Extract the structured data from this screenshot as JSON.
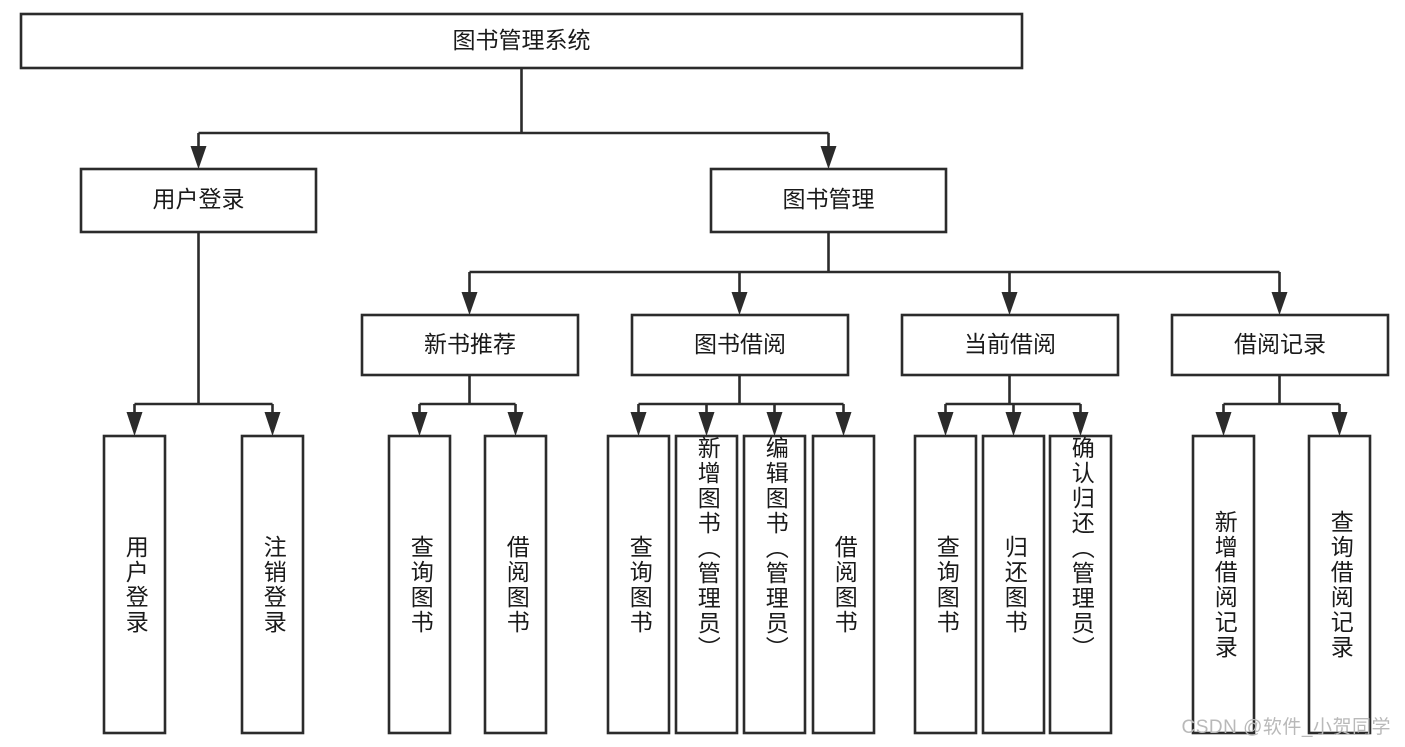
{
  "diagram": {
    "title": "图书管理系统",
    "type": "hierarchy-tree",
    "root": {
      "id": "root",
      "label": "图书管理系统"
    },
    "level2": [
      {
        "id": "user-login",
        "label": "用户登录"
      },
      {
        "id": "book-manage",
        "label": "图书管理"
      }
    ],
    "level3": [
      {
        "id": "new-book-rec",
        "label": "新书推荐",
        "parent": "book-manage"
      },
      {
        "id": "book-borrow",
        "label": "图书借阅",
        "parent": "book-manage"
      },
      {
        "id": "current-borrow",
        "label": "当前借阅",
        "parent": "book-manage"
      },
      {
        "id": "borrow-record",
        "label": "借阅记录",
        "parent": "book-manage"
      }
    ],
    "leaves": [
      {
        "id": "leaf-user-login",
        "label": "用户登录",
        "parent": "user-login"
      },
      {
        "id": "leaf-logout-login",
        "label": "注销登录",
        "parent": "user-login"
      },
      {
        "id": "leaf-query-book-1",
        "label": "查询图书",
        "parent": "new-book-rec"
      },
      {
        "id": "leaf-borrow-book-1",
        "label": "借阅图书",
        "parent": "new-book-rec"
      },
      {
        "id": "leaf-query-book-2",
        "label": "查询图书",
        "parent": "book-borrow"
      },
      {
        "id": "leaf-add-book",
        "label": "新增图书（管理员）",
        "parent": "book-borrow"
      },
      {
        "id": "leaf-edit-book",
        "label": "编辑图书（管理员）",
        "parent": "book-borrow"
      },
      {
        "id": "leaf-borrow-book-2",
        "label": "借阅图书",
        "parent": "book-borrow"
      },
      {
        "id": "leaf-query-book-3",
        "label": "查询图书",
        "parent": "current-borrow"
      },
      {
        "id": "leaf-return-book",
        "label": "归还图书",
        "parent": "current-borrow"
      },
      {
        "id": "leaf-confirm-return",
        "label": "确认归还（管理员）",
        "parent": "current-borrow"
      },
      {
        "id": "leaf-add-record",
        "label": "新增借阅记录",
        "parent": "borrow-record"
      },
      {
        "id": "leaf-query-record",
        "label": "查询借阅记录",
        "parent": "borrow-record"
      }
    ],
    "colors": {
      "stroke": "#2b2b2b",
      "fill": "#ffffff",
      "text": "#1a1a1a",
      "watermark": "#b9b9b9"
    }
  },
  "watermark": {
    "text": "CSDN @软件_小贺同学"
  }
}
